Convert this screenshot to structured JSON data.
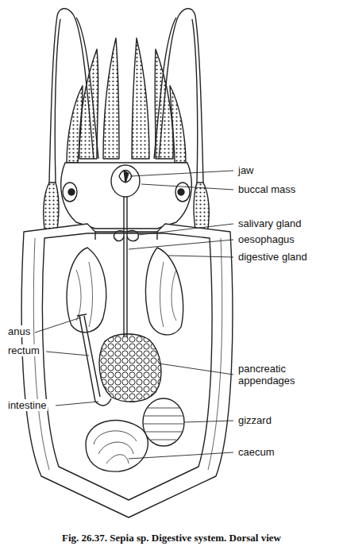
{
  "diagram": {
    "caption": "Fig. 26.37. Sepia sp. Digestive system. Dorsal view",
    "labels": [
      "jaw",
      "buccal mass",
      "salivary gland",
      "oesophagus",
      "digestive gland",
      "anus",
      "rectum",
      "pancreatic appendages",
      "intestine",
      "gizzard",
      "caecum"
    ]
  }
}
